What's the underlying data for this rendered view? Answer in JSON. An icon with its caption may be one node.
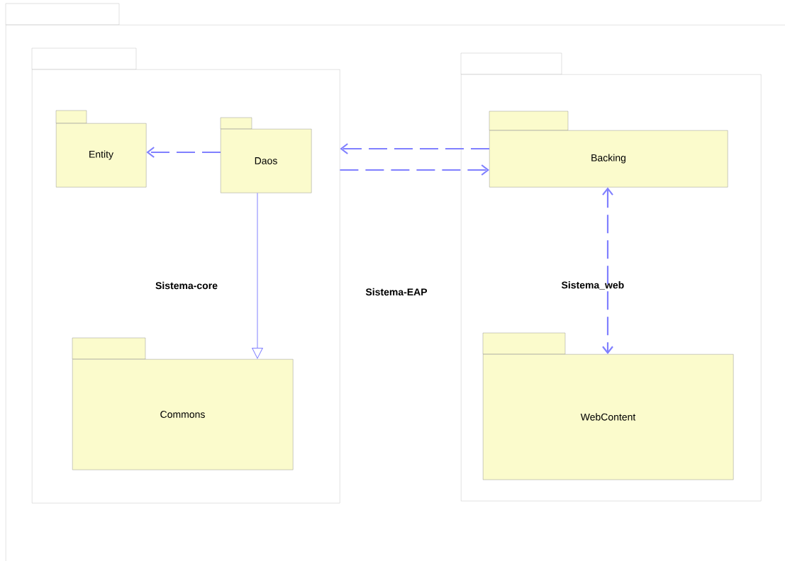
{
  "diagram": {
    "nodes": [
      {
        "text": [
          "Sistema-EAP"
        ]
      },
      {
        "text": [
          "Sistema-core"
        ],
        "in": 0
      },
      {
        "text": [
          "Entity"
        ],
        "in": 1
      },
      {
        "text": [
          "Daos"
        ],
        "in": 1
      },
      {
        "text": [
          "Commons"
        ],
        "in": 1
      },
      {
        "text": [
          "Sistema_web"
        ],
        "in": 0
      },
      {
        "text": [
          "Backing"
        ],
        "in": 5
      },
      {
        "text": [
          "WebContent"
        ],
        "in": 5
      }
    ],
    "edges": [
      {
        "from": 3,
        "to": 2,
        "arrow": "to",
        "style": "dashed"
      },
      {
        "from": 3,
        "to": 4,
        "arrow": "to"
      },
      {
        "from": 6,
        "to": 1,
        "arrow": "to",
        "style": "dashed"
      },
      {
        "from": 1,
        "to": 6,
        "arrow": "to",
        "style": "dashed"
      },
      {
        "from": 6,
        "to": 7,
        "arrow": "both",
        "style": "dashed"
      }
    ]
  }
}
